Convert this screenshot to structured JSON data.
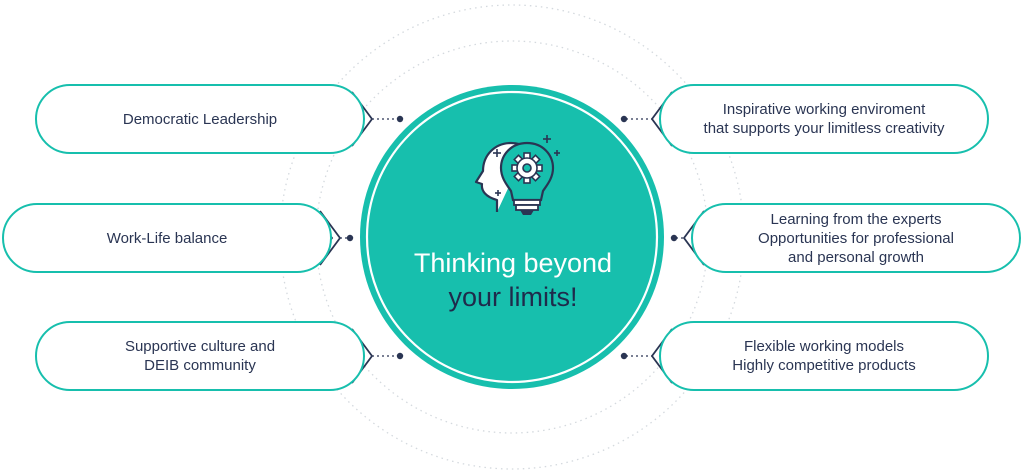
{
  "center": {
    "title_line1": "Thinking beyond",
    "title_line2": "your limits!",
    "icon": "head-lightbulb-gear-icon"
  },
  "left_items": [
    {
      "text": "Democratic Leadership"
    },
    {
      "text": "Work-Life balance"
    },
    {
      "text": "Supportive culture and\nDEIB community"
    }
  ],
  "right_items": [
    {
      "text": "Inspirative working enviroment\nthat supports your limitless creativity"
    },
    {
      "text": "Learning from the experts\nOpportunities for professional\nand personal growth"
    },
    {
      "text": "Flexible working models\nHighly competitive products"
    }
  ],
  "colors": {
    "accent": "#17bfad",
    "dark": "#2a3553",
    "circle_outline": "#ffffff"
  }
}
